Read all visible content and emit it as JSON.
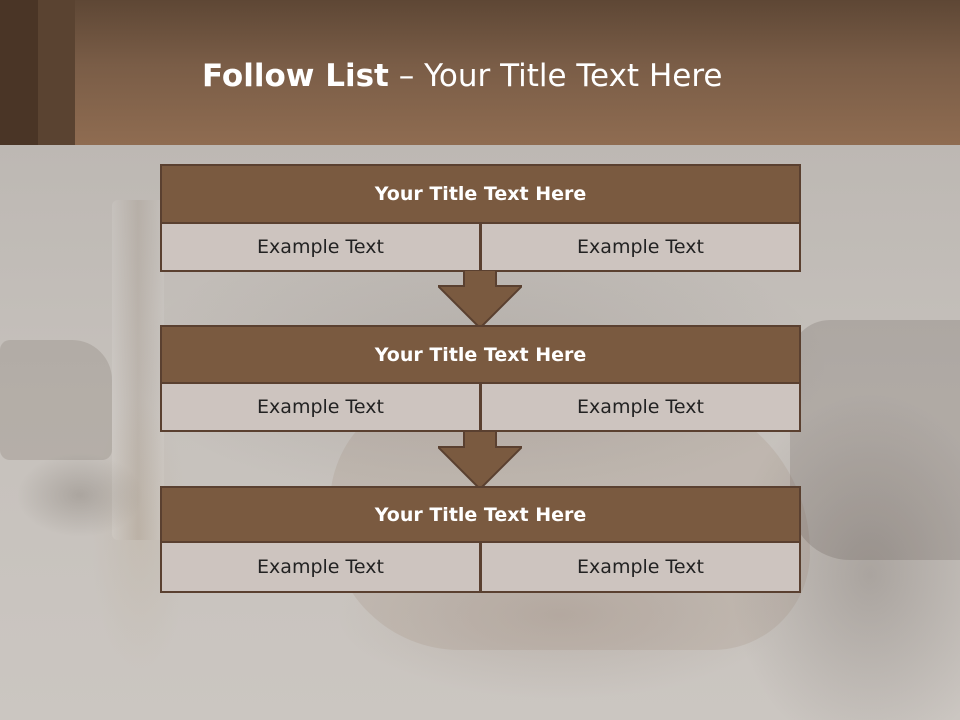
{
  "slide": {
    "title_bold": "Follow List",
    "title_rest": "– Your Title Text Here"
  },
  "colors": {
    "header_band": "#7a5d47",
    "box_header": "#7a5a40",
    "box_border": "#5a4030",
    "cell_fill": "#cdc4bf",
    "arrow_fill": "#7a5a40"
  },
  "blocks": [
    {
      "title": "Your Title Text Here",
      "cells": [
        "Example Text",
        "Example Text"
      ]
    },
    {
      "title": "Your Title Text Here",
      "cells": [
        "Example Text",
        "Example Text"
      ]
    },
    {
      "title": "Your Title Text Here",
      "cells": [
        "Example Text",
        "Example Text"
      ]
    }
  ],
  "arrows": [
    {
      "icon": "down-arrow-icon"
    },
    {
      "icon": "down-arrow-icon"
    }
  ]
}
